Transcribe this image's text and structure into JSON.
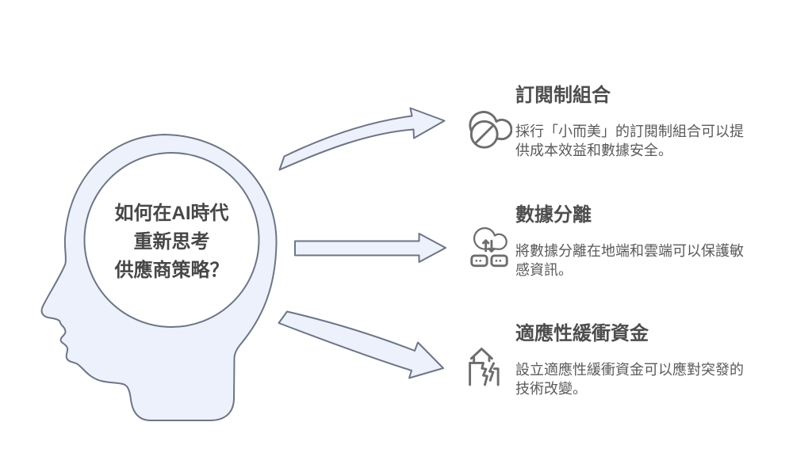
{
  "colors": {
    "background": "#ffffff",
    "shape_fill": "#ecf1fb",
    "shape_stroke": "#6d7585",
    "title_text": "#4d4d4d",
    "body_text": "#5a5a5a",
    "brain_text": "#474747",
    "icon_stroke": "#6d6d6d"
  },
  "brain": {
    "question": "如何在AI時代\n重新思考\n供應商策略？"
  },
  "items": [
    {
      "id": "subscription-portfolio",
      "icon": "cloud-off-icon",
      "title": "訂閱制組合",
      "description": "採行「小而美」的訂閱制組合可以提供成本效益和數據安全。"
    },
    {
      "id": "data-separation",
      "icon": "cloud-data-sync-icon",
      "title": "數據分離",
      "description": "將數據分離在地端和雲端可以保護敏感資訊。"
    },
    {
      "id": "adaptive-buffer-fund",
      "icon": "damaged-house-icon",
      "title": "適應性緩衝資金",
      "description": "設立適應性緩衝資金可以應對突發的技術改變。"
    }
  ]
}
